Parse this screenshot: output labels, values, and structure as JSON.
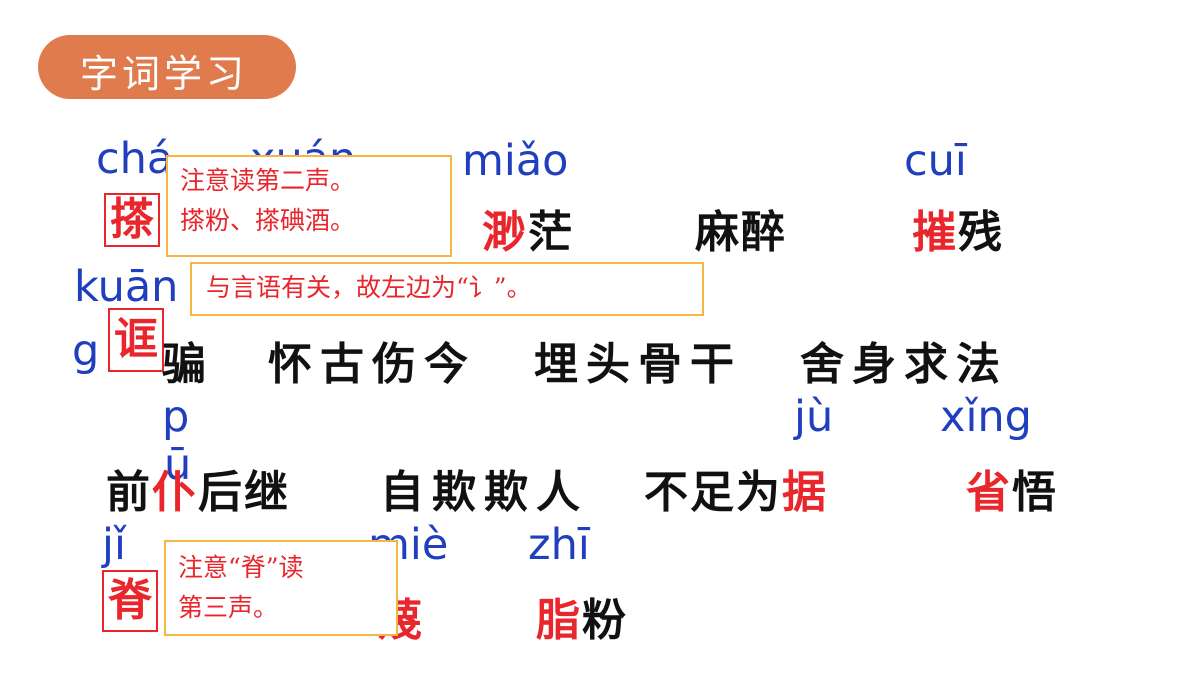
{
  "title": "字词学习",
  "pinyin": {
    "cha": "chá",
    "xuan": "xuán",
    "miao": "miǎo",
    "cui": "cuī",
    "kuang_a": "kuān",
    "kuang_b": "g",
    "pu_a": "p",
    "pu_b": "ū",
    "ju": "jù",
    "xing": "xǐng",
    "ji": "jǐ",
    "mie": "miè",
    "zhi": "zhī"
  },
  "row1": {
    "w1_char": "搽",
    "w3_red": "渺",
    "w3_rest": "茫",
    "w4": "麻醉",
    "w5_red": "摧",
    "w5_rest": "残"
  },
  "row2": {
    "w1_char": "诓",
    "w1_rest": "骗",
    "w2": "怀古伤今",
    "w3": "埋头骨干",
    "w4": "舍身求法"
  },
  "row3": {
    "w1_a": "前",
    "w1_red": "仆",
    "w1_rest": "后继",
    "w2": "自欺欺人",
    "w3_a": "不足为",
    "w3_red": "据",
    "w4_red": "省",
    "w4_rest": "悟"
  },
  "row4": {
    "w1_char": "脊",
    "w2_red": "蔑",
    "w3_red": "脂",
    "w3_rest": "粉"
  },
  "notes": {
    "n1_line1": "注意读第二声。",
    "n1_line2": "搽粉、搽碘酒。",
    "n2": "与言语有关，故左边为“讠”。",
    "n3_line1": "注意“脊”读",
    "n3_line2": "第三声。"
  },
  "colors": {
    "accent": "#e07b4d",
    "pinyin": "#1f3fbf",
    "highlight": "#e8262b",
    "note_border": "#f5b642"
  }
}
